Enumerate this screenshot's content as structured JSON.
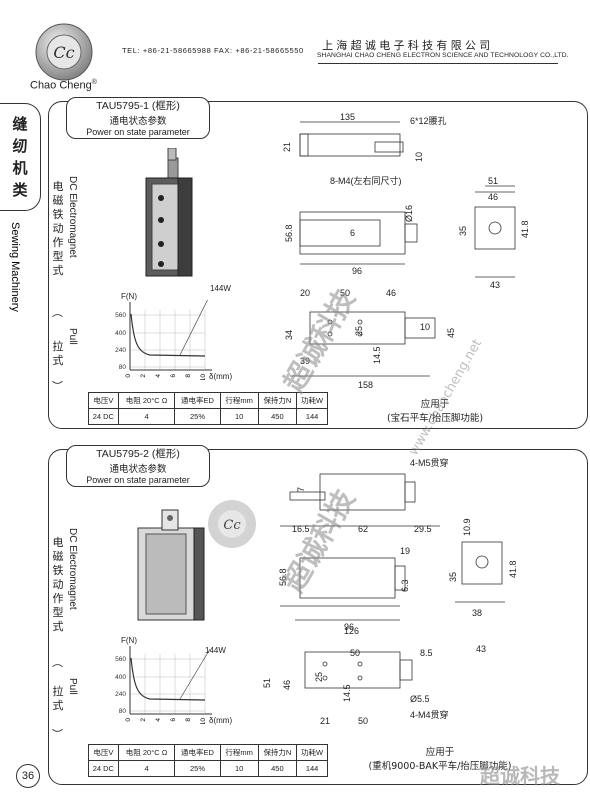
{
  "header": {
    "brand": "Chao Cheng",
    "registered": "®",
    "logo_letters": "Cc",
    "contact": "TEL: +86-21-58665988 FAX: +86-21-58665550",
    "company_cn": "上海超诚电子科技有限公司",
    "company_en": "SHANGHAI CHAO CHENG ELECTRON SCIENCE AND TECHNOLOGY CO.,LTD."
  },
  "side_tab": {
    "cn": "缝纫机类",
    "en": "Sewing Machinery"
  },
  "products": [
    {
      "model": "TAU5795-1 (框形)",
      "state_cn": "通电状态参数",
      "state_en": "Power on state parameter",
      "type_en": "DC Electromagnet",
      "type_cn": "电磁铁动作型式",
      "action_en": "Pull",
      "action_cn": "拉式",
      "chart": {
        "ylabel": "F(N)",
        "xlabel": "δ(mm)",
        "power": "144W",
        "yticks": [
          "560",
          "400",
          "240",
          "80"
        ],
        "xticks": [
          "0",
          "2",
          "4",
          "6",
          "8",
          "10"
        ]
      },
      "table": {
        "headers": [
          "电压V",
          "电阻 20°C Ω",
          "通电率ED",
          "行程mm",
          "保持力N",
          "功耗W"
        ],
        "row": [
          "24 DC",
          "4",
          "25%",
          "10",
          "450",
          "144"
        ]
      },
      "application": [
        "应用于",
        "(宝石平车/抬压脚功能)"
      ],
      "dims": {
        "top": [
          "135",
          "6*12腰孔",
          "21",
          "10",
          "8-M4(左右同尺寸)"
        ],
        "front": [
          "56.8",
          "6",
          "Ø16",
          "96"
        ],
        "side": [
          "51",
          "46",
          "35",
          "41.8",
          "43"
        ],
        "bottom": [
          "20",
          "50",
          "46",
          "34",
          "25",
          "10",
          "45",
          "39",
          "14.5",
          "158"
        ]
      }
    },
    {
      "model": "TAU5795-2 (框形)",
      "state_cn": "通电状态参数",
      "state_en": "Power on state parameter",
      "type_en": "DC Electromagnet",
      "type_cn": "电磁铁动作型式",
      "action_en": "Pull",
      "action_cn": "拉式",
      "chart": {
        "ylabel": "F(N)",
        "xlabel": "δ(mm)",
        "power": "144W",
        "yticks": [
          "560",
          "400",
          "240",
          "80"
        ],
        "xticks": [
          "0",
          "2",
          "4",
          "6",
          "8",
          "10"
        ]
      },
      "table": {
        "headers": [
          "电压V",
          "电阻 20°C Ω",
          "通电率ED",
          "行程mm",
          "保持力N",
          "功耗W"
        ],
        "row": [
          "24 DC",
          "4",
          "25%",
          "10",
          "450",
          "144"
        ]
      },
      "application": [
        "应用于",
        "(重机9000-BAK平车/抬压脚功能)"
      ],
      "dims": {
        "top": [
          "4-M5贯穿",
          "7",
          "16.5",
          "62",
          "29.5"
        ],
        "front": [
          "56.8",
          "19",
          "6.3",
          "96"
        ],
        "side": [
          "10.9",
          "35",
          "41.8",
          "38",
          "43"
        ],
        "bottom": [
          "126",
          "50",
          "8.5",
          "51",
          "46",
          "25",
          "14.5",
          "Ø5.5",
          "21",
          "50",
          "4-M4贯穿"
        ]
      }
    }
  ],
  "page_number": "36",
  "watermark": {
    "cn": "超诚科技",
    "url": "www.chaocheng.net"
  }
}
